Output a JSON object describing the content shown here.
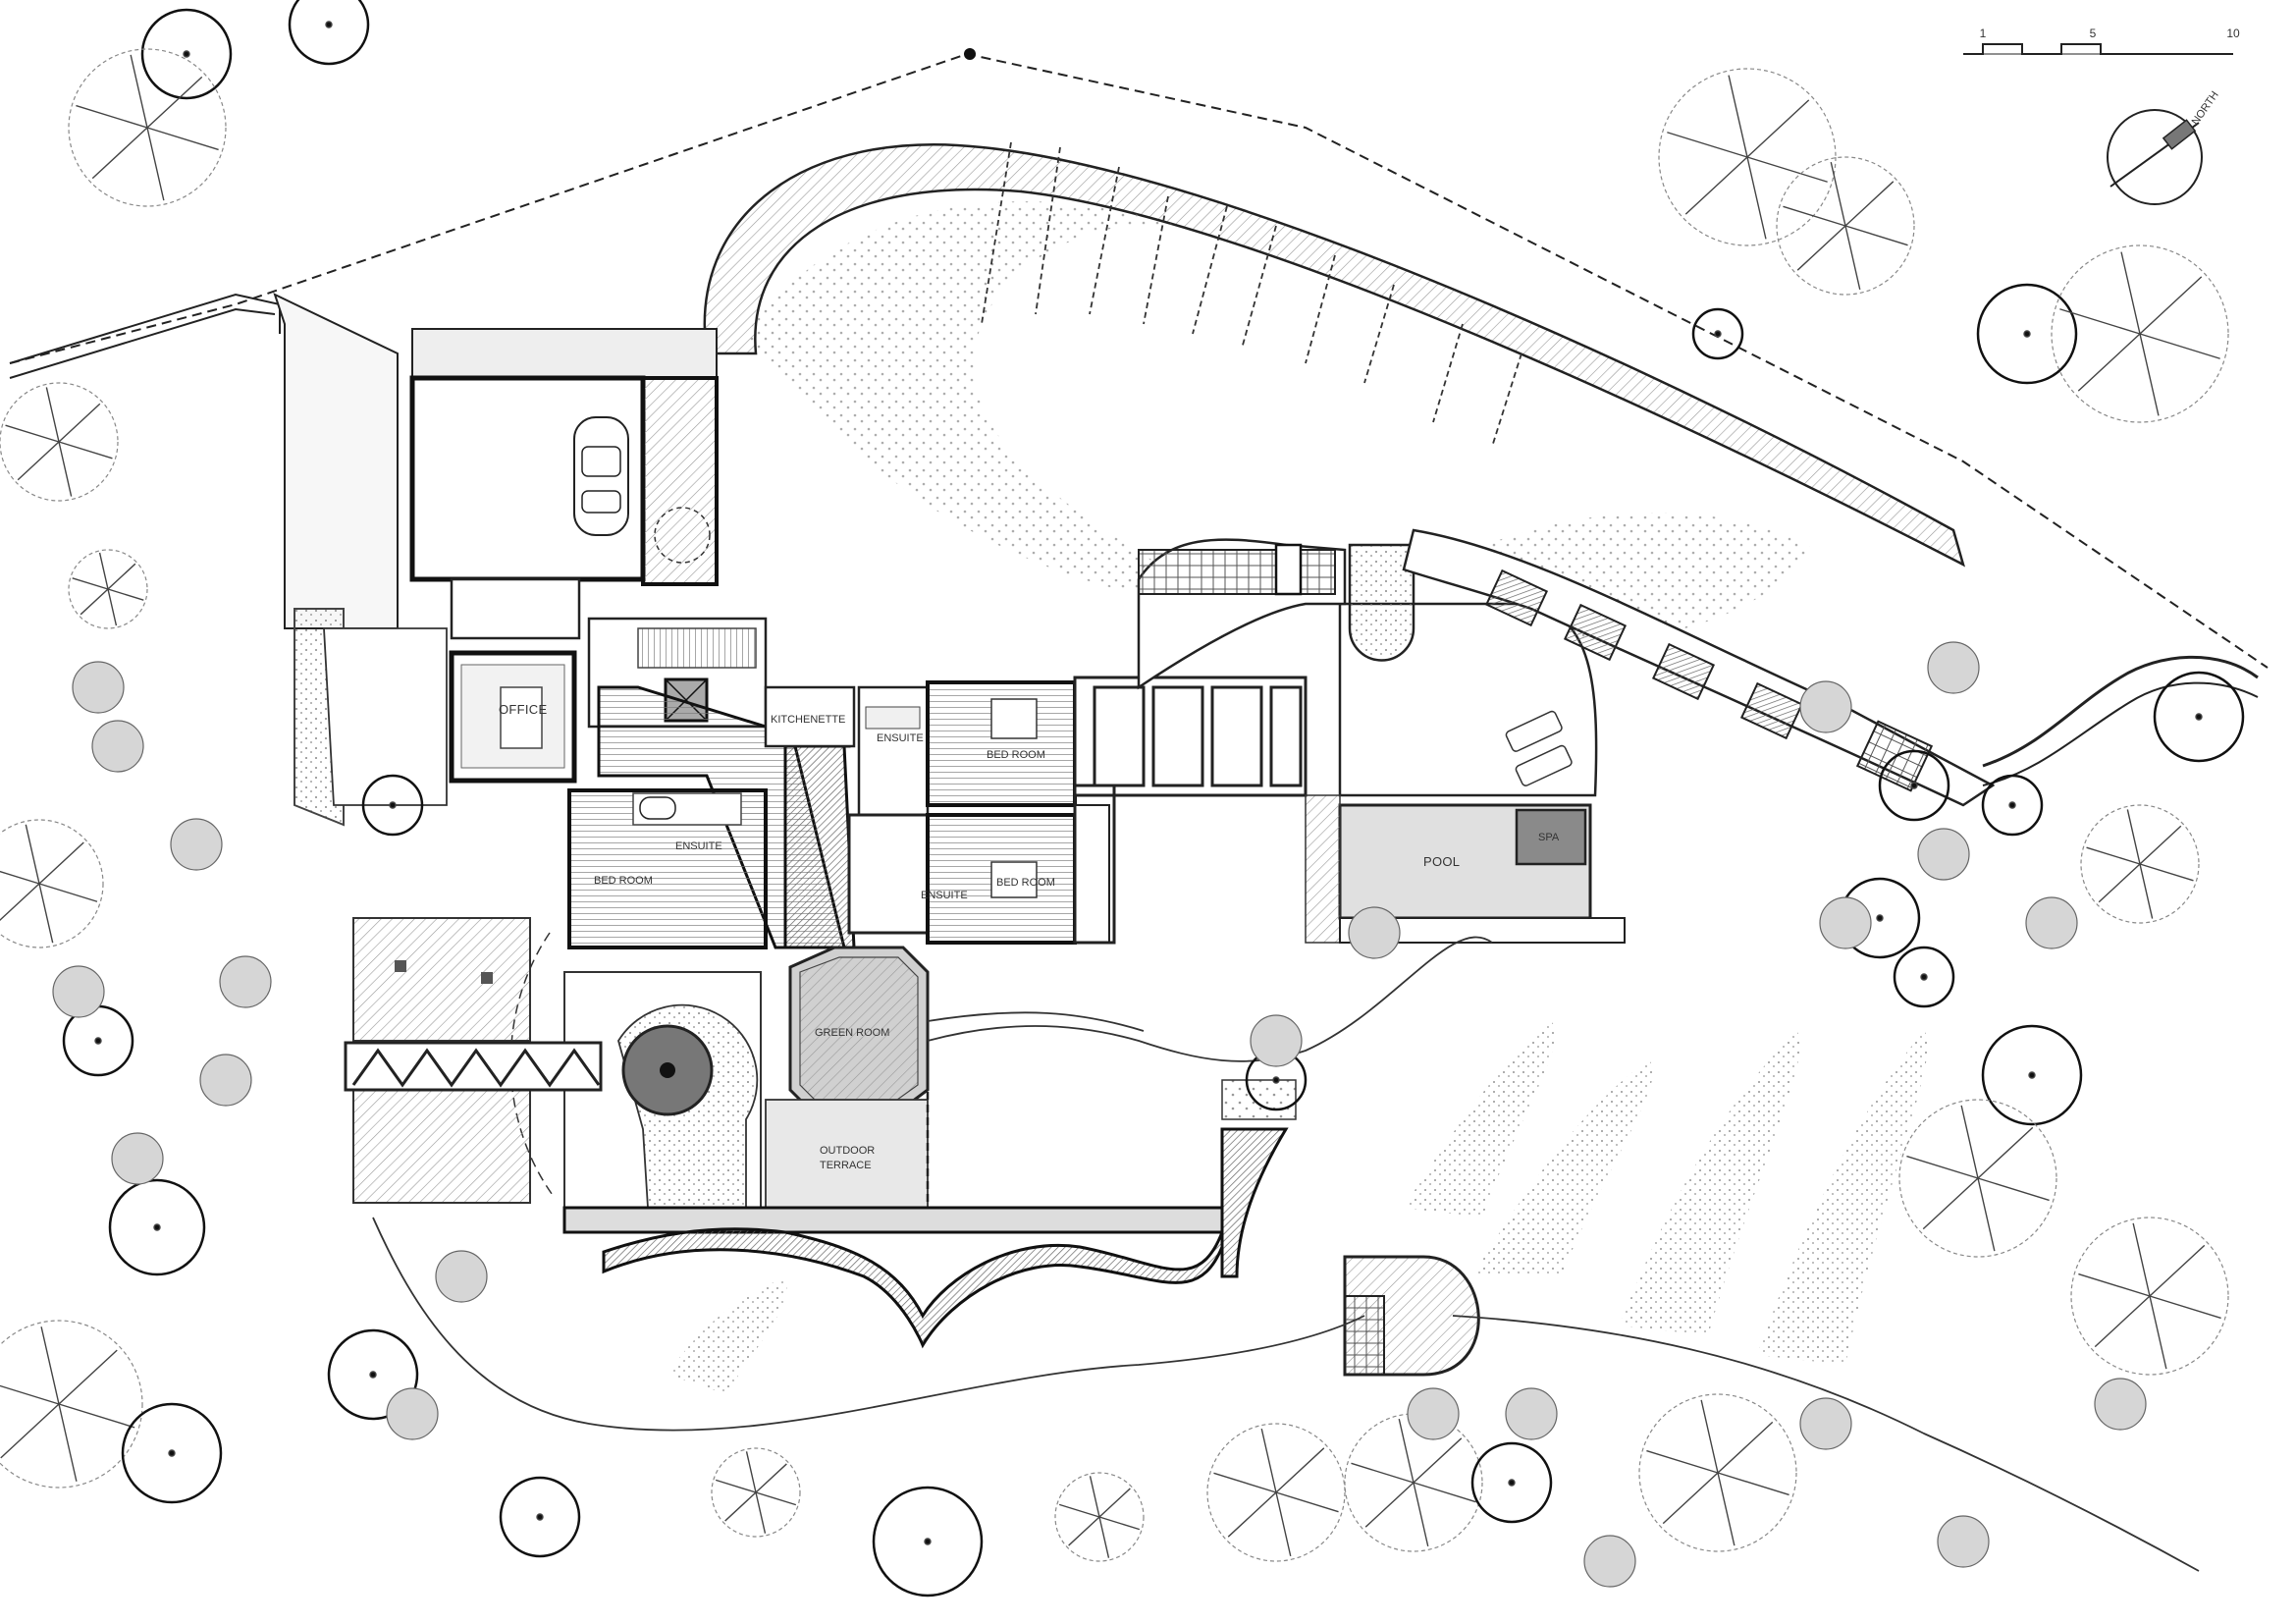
{
  "rooms": {
    "office": "OFFICE",
    "kitchenette": "KITCHENETTE",
    "ensuite_top": "ENSUITE",
    "bedroom_right": "BED ROOM",
    "ensuite_left": "ENSUITE",
    "bedroom_left": "BED ROOM",
    "ensuite_mid": "ENSUITE",
    "bedroom_mid": "BED ROOM",
    "green_room": "GREEN ROOM",
    "outdoor_terrace_1": "OUTDOOR",
    "outdoor_terrace_2": "TERRACE",
    "pool": "POOL",
    "spa": "SPA"
  },
  "scale_bar": {
    "labels": [
      "1",
      "5",
      "10"
    ]
  },
  "north_arrow": {
    "label": "NORTH",
    "icon": "north-arrow-icon"
  },
  "colors": {
    "line": "#222222",
    "hatch": "#999999",
    "fill_light": "#e4e4e4",
    "fill_mid": "#c9c9c9",
    "fill_dark": "#8a8a8a"
  }
}
